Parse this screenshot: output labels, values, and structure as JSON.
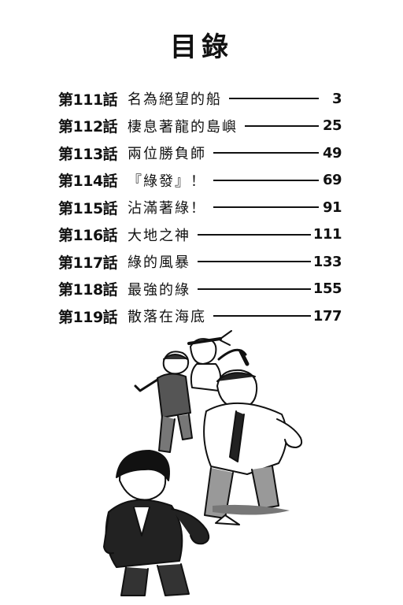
{
  "page": {
    "title": "目錄",
    "chapters": [
      {
        "number": "第111話",
        "title": "名為絕望的船",
        "page": "3"
      },
      {
        "number": "第112話",
        "title": "棲息著龍的島嶼",
        "page": "25"
      },
      {
        "number": "第113話",
        "title": "兩位勝負師",
        "page": "49"
      },
      {
        "number": "第114話",
        "title": "『綠發』！",
        "page": "69"
      },
      {
        "number": "第115話",
        "title": "沾滿著綠！",
        "page": "91"
      },
      {
        "number": "第116話",
        "title": "大地之神",
        "page": "111"
      },
      {
        "number": "第117話",
        "title": "綠的風暴",
        "page": "133"
      },
      {
        "number": "第118話",
        "title": "最強的綠",
        "page": "155"
      },
      {
        "number": "第119話",
        "title": "散落在海底",
        "page": "177"
      }
    ]
  }
}
